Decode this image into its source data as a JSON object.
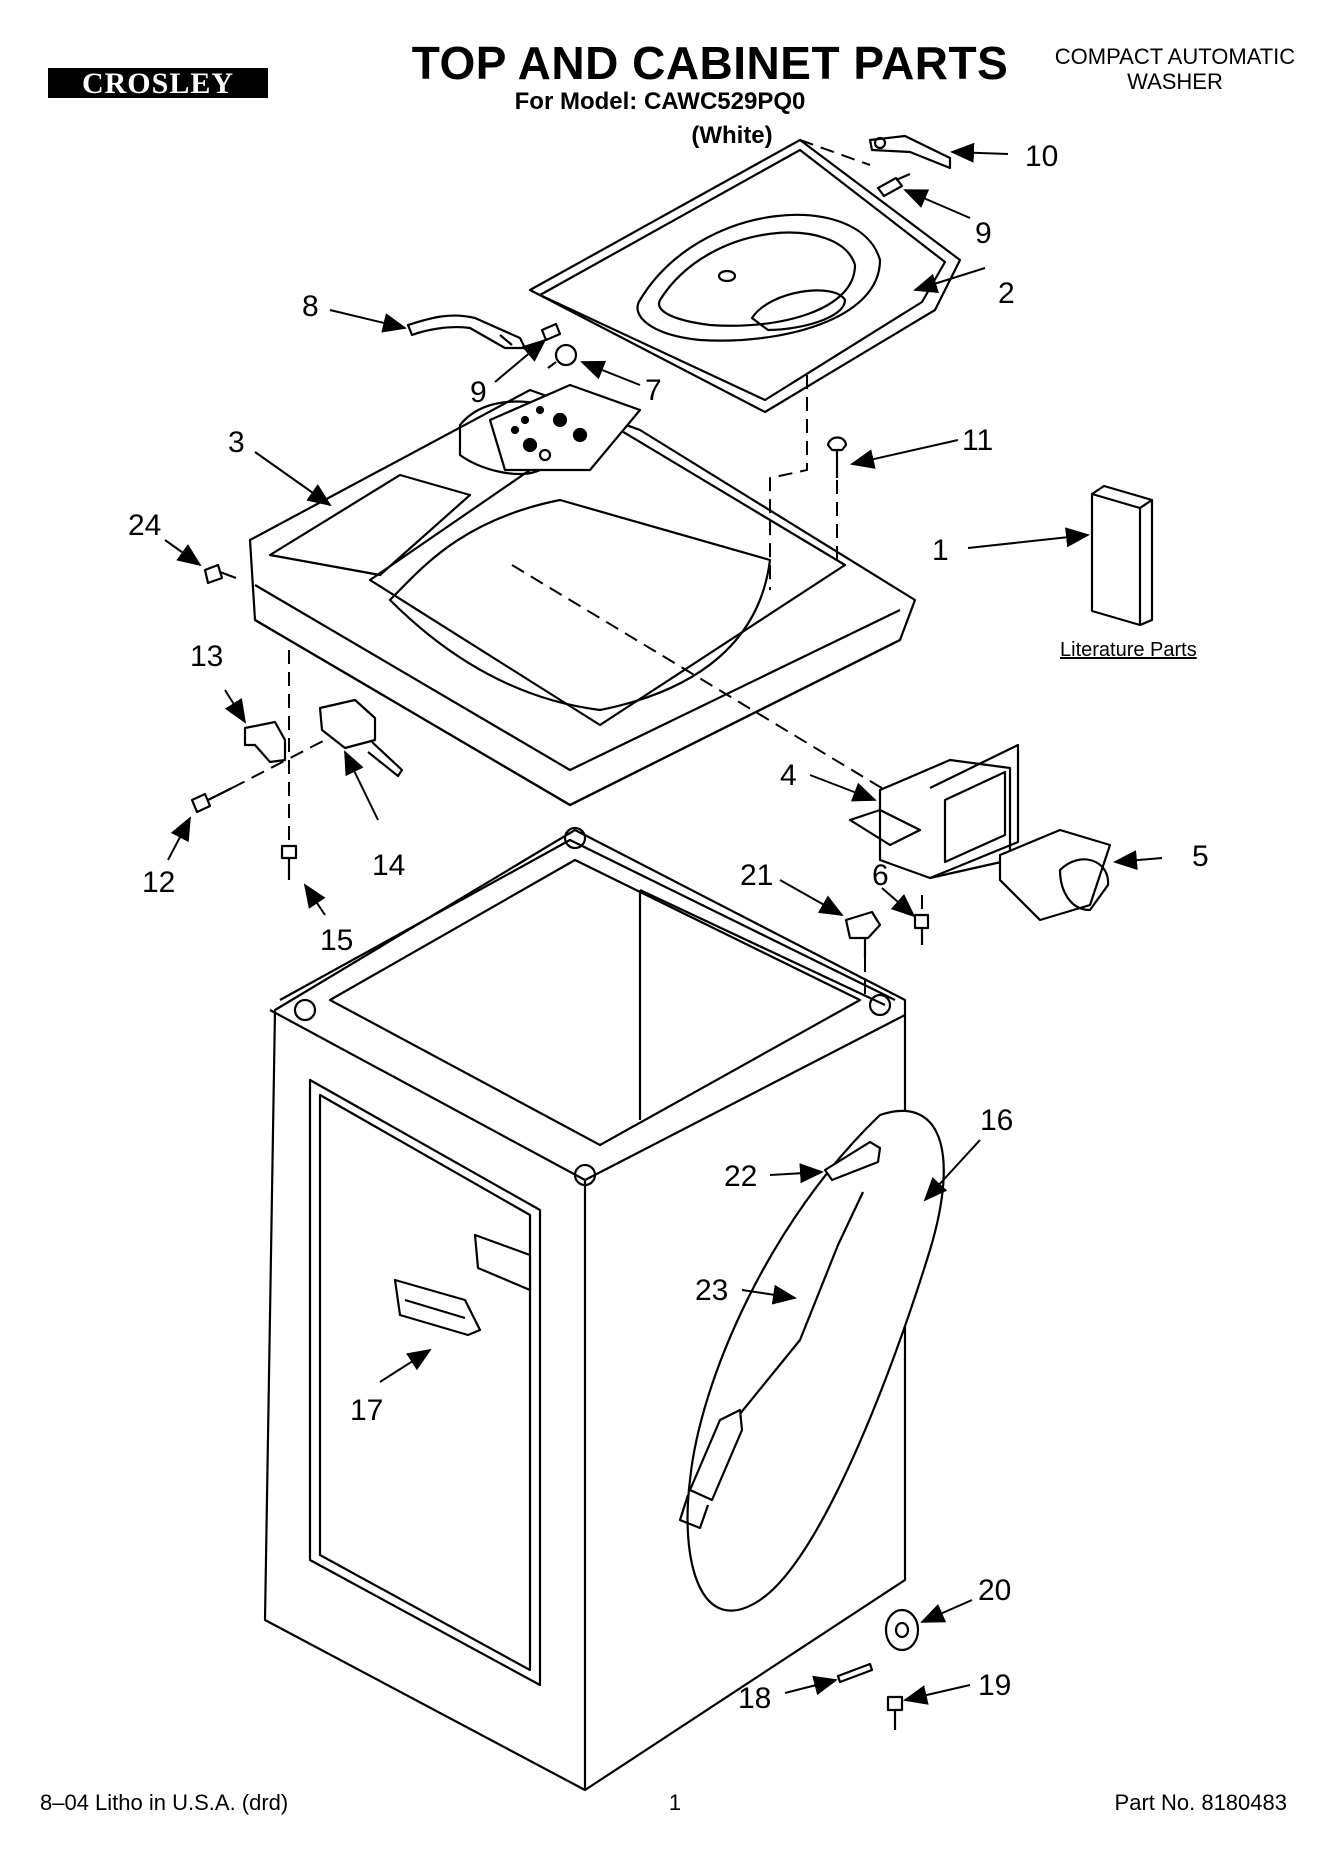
{
  "header": {
    "brand": "CROSLEY",
    "title": "TOP AND CABINET PARTS",
    "model_line": "For Model: CAWC529PQ0",
    "color": "(White)",
    "subtitle_line1": "COMPACT AUTOMATIC",
    "subtitle_line2": "WASHER"
  },
  "labels": {
    "p1": "1",
    "p2": "2",
    "p3": "3",
    "p4": "4",
    "p5": "5",
    "p6": "6",
    "p7": "7",
    "p8": "8",
    "p9a": "9",
    "p9b": "9",
    "p10": "10",
    "p11": "11",
    "p12": "12",
    "p13": "13",
    "p14": "14",
    "p15": "15",
    "p16": "16",
    "p17": "17",
    "p18": "18",
    "p19": "19",
    "p20": "20",
    "p21": "21",
    "p22": "22",
    "p23": "23",
    "p24": "24",
    "literature": "Literature Parts"
  },
  "footer": {
    "left": "8–04 Litho in U.S.A. (drd)",
    "page": "1",
    "part_no": "Part No. 8180483"
  }
}
